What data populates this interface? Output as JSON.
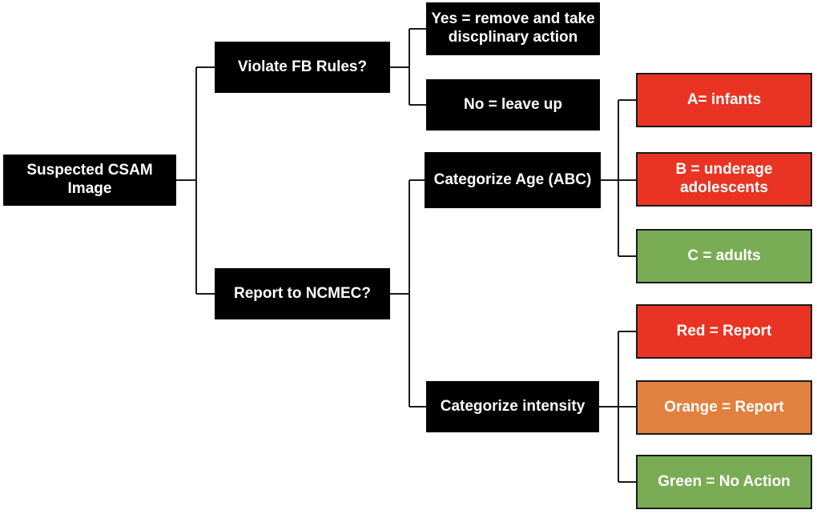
{
  "nodes": {
    "root": {
      "label": "Suspected CSAM Image"
    },
    "violate": {
      "label": "Violate FB Rules?"
    },
    "yes": {
      "label": "Yes = remove and take discplinary action"
    },
    "no": {
      "label": "No = leave up"
    },
    "report": {
      "label": "Report to NCMEC?"
    },
    "cat_age": {
      "label": "Categorize Age (ABC)"
    },
    "cat_int": {
      "label": "Categorize intensity"
    },
    "age_a": {
      "label": "A= infants",
      "color": "#e93423"
    },
    "age_b": {
      "label": "B = underage adolescents",
      "color": "#e93423"
    },
    "age_c": {
      "label": "C = adults",
      "color": "#7aab55"
    },
    "int_red": {
      "label": "Red = Report",
      "color": "#e93423"
    },
    "int_orange": {
      "label": "Orange = Report",
      "color": "#e0813f"
    },
    "int_green": {
      "label": "Green = No Action",
      "color": "#7aab55"
    }
  },
  "edges": [
    [
      "root",
      "violate"
    ],
    [
      "root",
      "report"
    ],
    [
      "violate",
      "yes"
    ],
    [
      "violate",
      "no"
    ],
    [
      "report",
      "cat_age"
    ],
    [
      "report",
      "cat_int"
    ],
    [
      "cat_age",
      "age_a"
    ],
    [
      "cat_age",
      "age_b"
    ],
    [
      "cat_age",
      "age_c"
    ],
    [
      "cat_int",
      "int_red"
    ],
    [
      "cat_int",
      "int_orange"
    ],
    [
      "cat_int",
      "int_green"
    ]
  ]
}
